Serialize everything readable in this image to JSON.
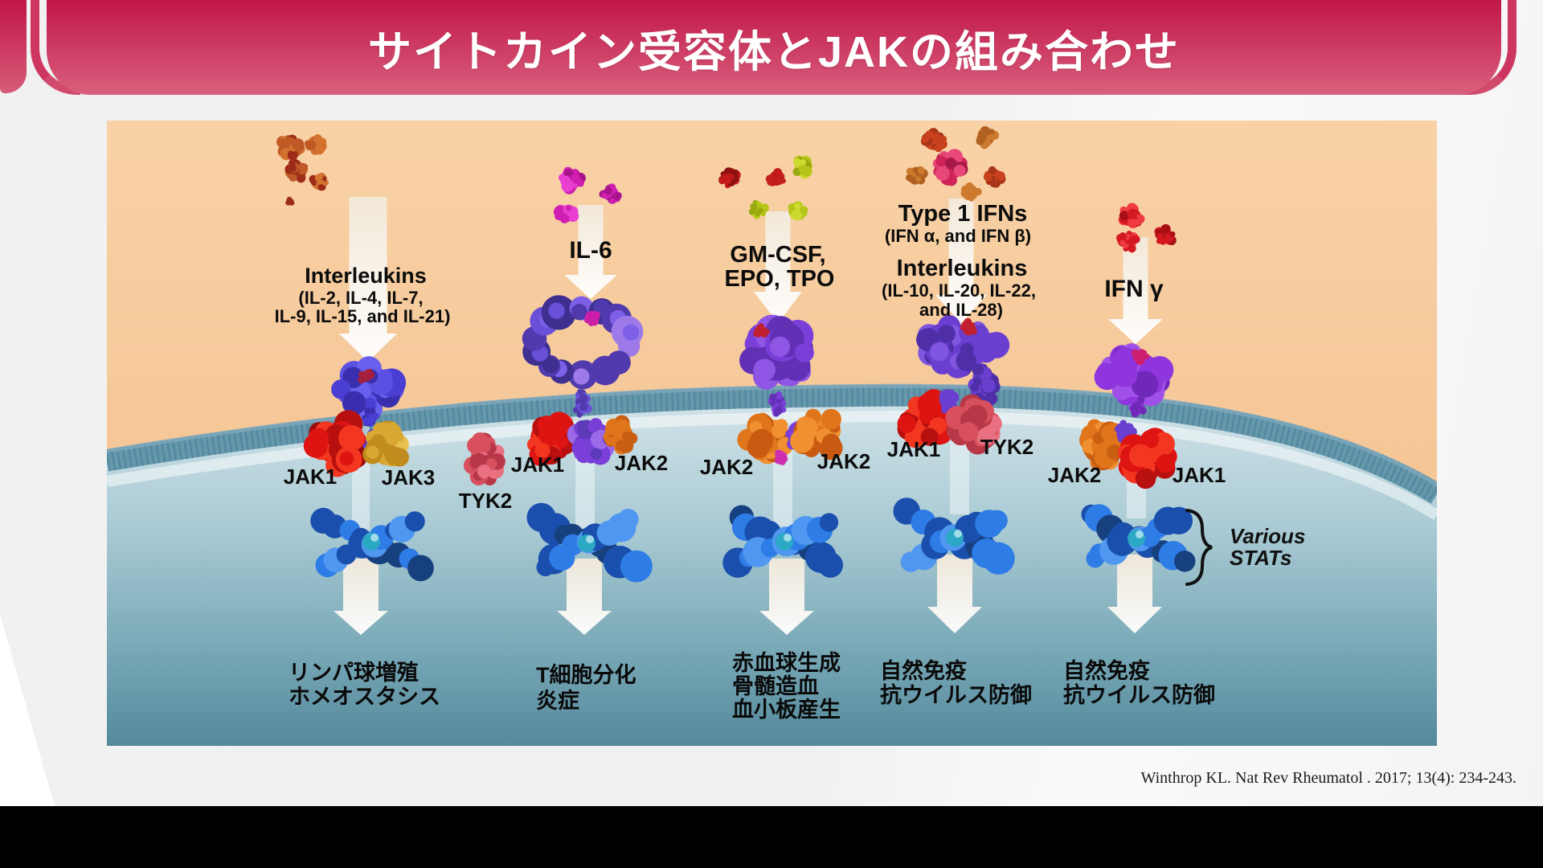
{
  "slide": {
    "title": "サイトカイン受容体とJAKの組み合わせ",
    "citation": "Winthrop KL. Nat Rev Rheumatol . 2017; 13(4): 234-243."
  },
  "columns": [
    {
      "id": "interleukins-gamma-chain",
      "ligand_lines": [
        "Interleukins",
        "(IL-2, IL-4, IL-7,",
        "IL-9, IL-15, and IL-21)"
      ],
      "jaks": [
        "JAK1",
        "JAK3"
      ],
      "outcome_lines": [
        "リンパ球増殖",
        "ホメオスタシス"
      ]
    },
    {
      "id": "il-6",
      "ligand_lines": [
        "IL-6"
      ],
      "jaks": [
        "JAK1",
        "JAK2"
      ],
      "extra_jak": "TYK2",
      "outcome_lines": [
        "T細胞分化",
        "炎症"
      ]
    },
    {
      "id": "gm-csf-epo-tpo",
      "ligand_lines": [
        "GM-CSF,",
        "EPO, TPO"
      ],
      "jaks": [
        "JAK2",
        "JAK2"
      ],
      "outcome_lines": [
        "赤血球生成",
        "骨髄造血",
        "血小板産生"
      ]
    },
    {
      "id": "type1-ifn-interleukins",
      "ligand_lines": [
        "Type 1 IFNs",
        "(IFN α, and IFN β)",
        "Interleukins",
        "(IL-10, IL-20, IL-22,",
        "and IL-28)"
      ],
      "jaks": [
        "JAK1",
        "TYK2"
      ],
      "outcome_lines": [
        "自然免疫",
        "抗ウイルス防御"
      ]
    },
    {
      "id": "ifn-gamma",
      "ligand_lines": [
        "IFN γ"
      ],
      "jaks": [
        "JAK2",
        "JAK1"
      ],
      "outcome_lines": [
        "自然免疫",
        "抗ウイルス防御"
      ]
    }
  ],
  "annotations": {
    "various_stats_lines": [
      "Various",
      "STATs"
    ]
  },
  "palette": {
    "banner_top": "#c11648",
    "banner_bottom": "#d9607d",
    "extracellular_top": "#f8d2a6",
    "extracellular_bottom": "#f3bd8a",
    "cytosol_top": "#d3e4e9",
    "cytosol_mid": "#a9cad4",
    "cytosol_bottom": "#54899c",
    "membrane": "#6697ab",
    "membrane_dot": "#48809b",
    "arrow_cream": "#f2e9da",
    "receptor_blue": "#4a3fd2",
    "receptor_purple": "#7a3fd8",
    "receptor_violet": "#8f35dd",
    "ring_purple": "#6a4fd8",
    "ring_light": "#9d7ae8",
    "jak_red": "#dd1412",
    "jak_orange": "#e0761c",
    "jak_gold": "#d9a832",
    "jak_pink": "#d8505e",
    "link_purple": "#5a3fd0",
    "stat_dark": "#17407e",
    "stat_mid": "#1a4fae",
    "stat_blue": "#2e7ce6",
    "stat_light": "#4f97f0",
    "stat_teal": "#2aa8c4",
    "cyt_magenta": "#cf1fb0",
    "cyt_red": "#c41a1a",
    "cyt_lime": "#b5c518",
    "cyt_rust": "#bf5a26",
    "cyt_dkred": "#9c2c17",
    "cyt_orange": "#cd7a2e",
    "cyt_flame": "#c8421e",
    "cyt_rose": "#d02458",
    "cyt_bright_red": "#d41820",
    "cap_red": "#c02030",
    "cap_magenta": "#cc1fa8"
  }
}
